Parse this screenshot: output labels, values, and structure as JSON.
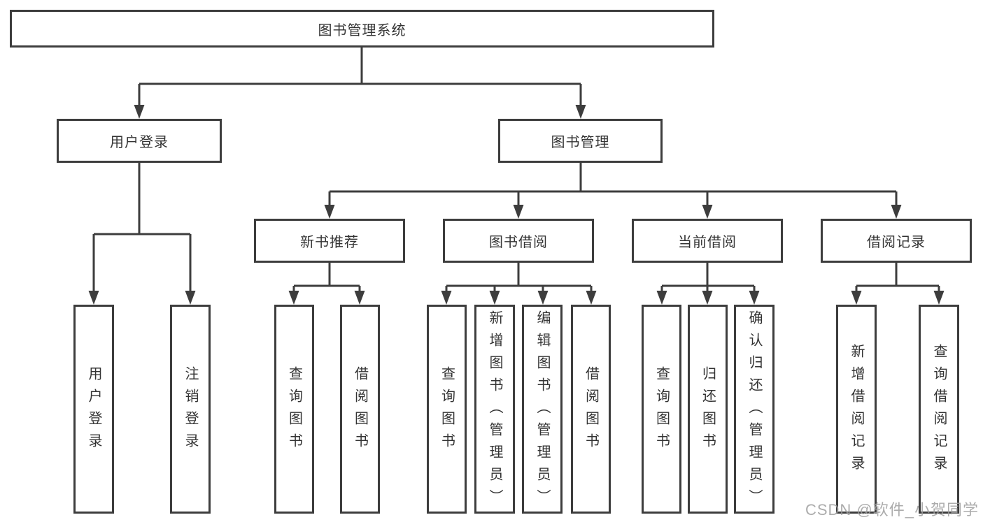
{
  "watermark": "CSDN @软件_小贺同学",
  "tree": {
    "label": "图书管理系统",
    "children": [
      {
        "label": "用户登录",
        "children": [
          {
            "label": "用户登录"
          },
          {
            "label": "注销登录"
          }
        ]
      },
      {
        "label": "图书管理",
        "children": [
          {
            "label": "新书推荐",
            "children": [
              {
                "label": "查询图书"
              },
              {
                "label": "借阅图书"
              }
            ]
          },
          {
            "label": "图书借阅",
            "children": [
              {
                "label": "查询图书"
              },
              {
                "label": "新增图书（管理员）"
              },
              {
                "label": "编辑图书（管理员）"
              },
              {
                "label": "借阅图书"
              }
            ]
          },
          {
            "label": "当前借阅",
            "children": [
              {
                "label": "查询图书"
              },
              {
                "label": "归还图书"
              },
              {
                "label": "确认归还（管理员）"
              }
            ]
          },
          {
            "label": "借阅记录",
            "children": [
              {
                "label": "新增借阅记录"
              },
              {
                "label": "查询借阅记录"
              }
            ]
          }
        ]
      }
    ]
  },
  "colors": {
    "line": "#3d3d3d",
    "text": "#333333",
    "background": "#ffffff",
    "watermark": "#9e9e9e"
  }
}
